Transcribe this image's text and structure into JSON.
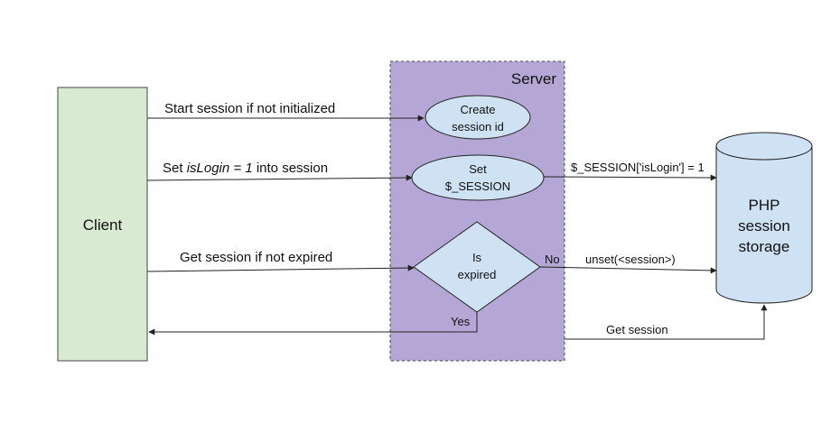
{
  "client": {
    "label": "Client"
  },
  "server": {
    "title": "Server"
  },
  "nodes": {
    "create_session": {
      "line1": "Create",
      "line2": "session id"
    },
    "set_session": {
      "line1": "Set",
      "line2": "$_SESSION"
    },
    "is_expired": {
      "line1": "Is",
      "line2": "expired"
    }
  },
  "storage": {
    "line1": "PHP",
    "line2": "session",
    "line3": "storage"
  },
  "edges": {
    "start_session": "Start session if not initialized",
    "set_islogin_prefix": "Set ",
    "set_islogin_italic": "isLogin = 1",
    "set_islogin_suffix": " into session",
    "get_session_not_expired": "Get session if not expired",
    "session_assign": "$_SESSION['isLogin'] = 1",
    "no": "No",
    "unset": "unset(<session>)",
    "yes": "Yes",
    "get_session": "Get session"
  },
  "colors": {
    "client_fill": "#d9ead3",
    "server_fill": "#b4a7d6",
    "node_fill": "#cfe2f3",
    "stroke": "#222222"
  }
}
